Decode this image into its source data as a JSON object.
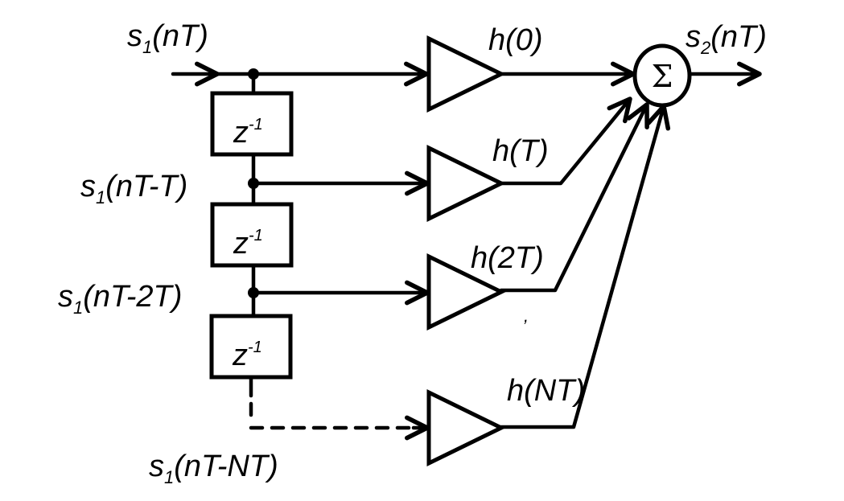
{
  "title": "FIR filter (tapped delay line) block diagram",
  "input": {
    "signal": "s",
    "subscript": "1",
    "arg": "(nT)"
  },
  "output": {
    "signal": "s",
    "subscript": "2",
    "arg": "(nT)"
  },
  "delay": {
    "base": "z",
    "exponent": "-1"
  },
  "summer": {
    "symbol": "Σ"
  },
  "taps": [
    {
      "tap_label": null,
      "gain": "h(0)"
    },
    {
      "tap_signal": "s",
      "tap_subscript": "1",
      "tap_arg": "(nT-T)",
      "gain": "h(T)"
    },
    {
      "tap_signal": "s",
      "tap_subscript": "1",
      "tap_arg": "(nT-2T)",
      "gain": "h(2T)"
    },
    {
      "tap_signal": "s",
      "tap_subscript": "1",
      "tap_arg": "(nT-NT)",
      "gain": "h(NT)"
    }
  ],
  "stray_mark": ","
}
